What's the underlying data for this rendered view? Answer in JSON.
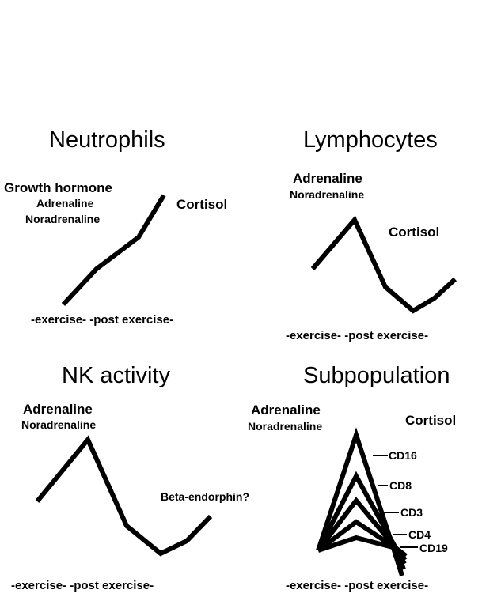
{
  "colors": {
    "line": "#000000",
    "background": "#ffffff"
  },
  "panels": {
    "neutrophils": {
      "title": "Neutrophils",
      "label_growth": "Growth hormone",
      "label_adrenaline": "Adrenaline",
      "label_noradrenaline": "Noradrenaline",
      "label_cortisol": "Cortisol",
      "axis": "-exercise- -post exercise-"
    },
    "lymphocytes": {
      "title": "Lymphocytes",
      "label_adrenaline": "Adrenaline",
      "label_noradrenaline": "Noradrenaline",
      "label_cortisol": "Cortisol",
      "axis": "-exercise- -post exercise-"
    },
    "nk": {
      "title": "NK activity",
      "label_adrenaline": "Adrenaline",
      "label_noradrenaline": "Noradrenaline",
      "label_beta": "Beta-endorphin?",
      "axis": "-exercise- -post exercise-"
    },
    "subpopulation": {
      "title": "Subpopulation",
      "label_adrenaline": "Adrenaline",
      "label_noradrenaline": "Noradrenaline",
      "label_cortisol": "Cortisol",
      "cd_labels": [
        "CD16",
        "CD8",
        "CD3",
        "CD4",
        "CD19"
      ],
      "axis": "-exercise- -post exercise-"
    }
  }
}
